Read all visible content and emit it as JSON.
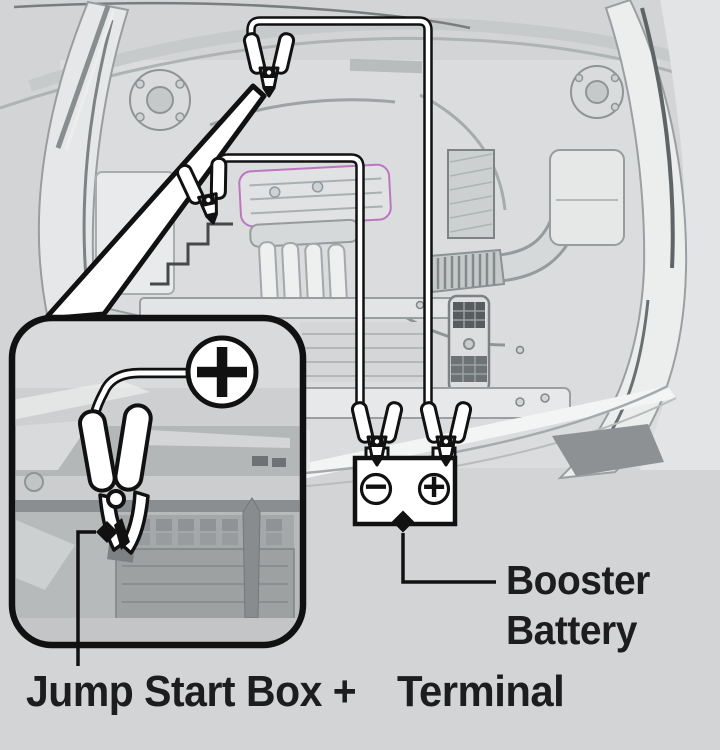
{
  "figure": {
    "description": "Owner's manual illustration: jump starting with a jump start box and booster battery in the engine bay",
    "background_color": "#d3d4d5",
    "diagram_line_color": "#111111",
    "text_color": "#1d1d1f"
  },
  "callout": {
    "inset_positive_symbol": "+"
  },
  "booster_battery": {
    "negative_symbol": "−",
    "positive_symbol": "+",
    "label_line1": "Booster",
    "label_line2": "Battery"
  },
  "caption": {
    "jump_start_box": "Jump Start Box +",
    "terminal": "Terminal"
  }
}
